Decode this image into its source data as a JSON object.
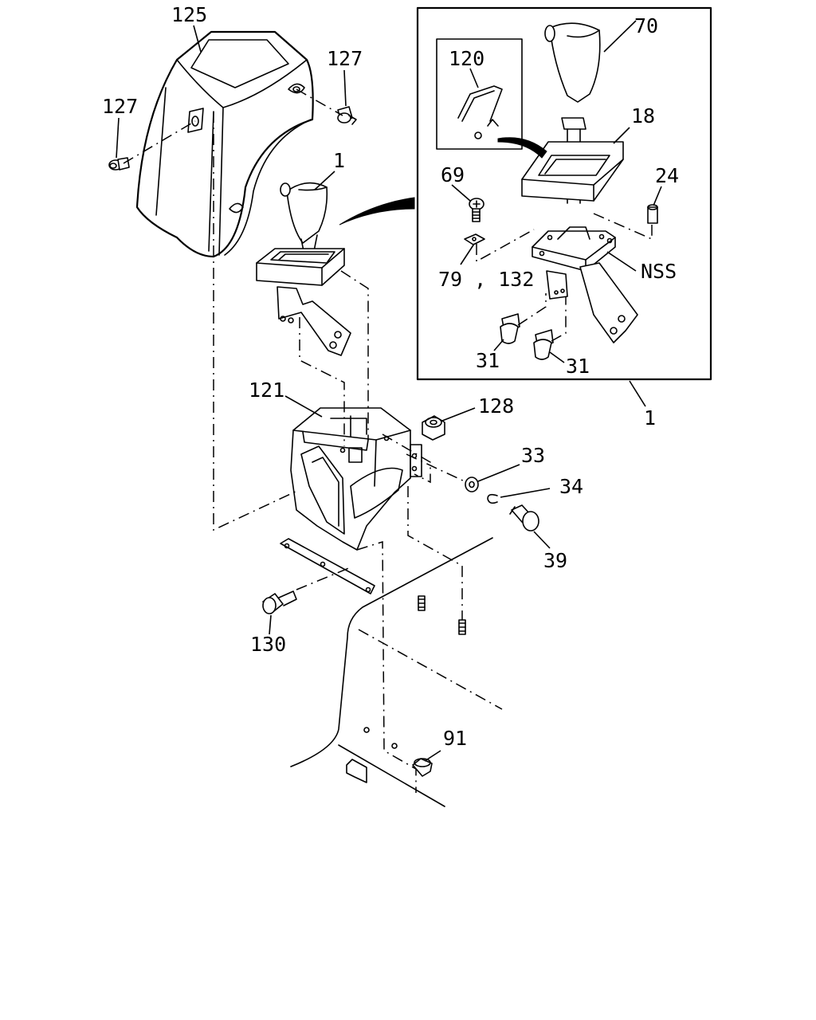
{
  "callouts": {
    "p125": "125",
    "p127a": "127",
    "p127b": "127",
    "p1_main": "1",
    "p121": "121",
    "p128": "128",
    "p33": "33",
    "p34": "34",
    "p39": "39",
    "p130": "130",
    "p91": "91",
    "p1_detail": "1",
    "p70": "70",
    "p120": "120",
    "p18": "18",
    "p69": "69",
    "p24": "24",
    "p79_132": "79 , 132",
    "nss": "NSS",
    "p31a": "31",
    "p31b": "31"
  }
}
